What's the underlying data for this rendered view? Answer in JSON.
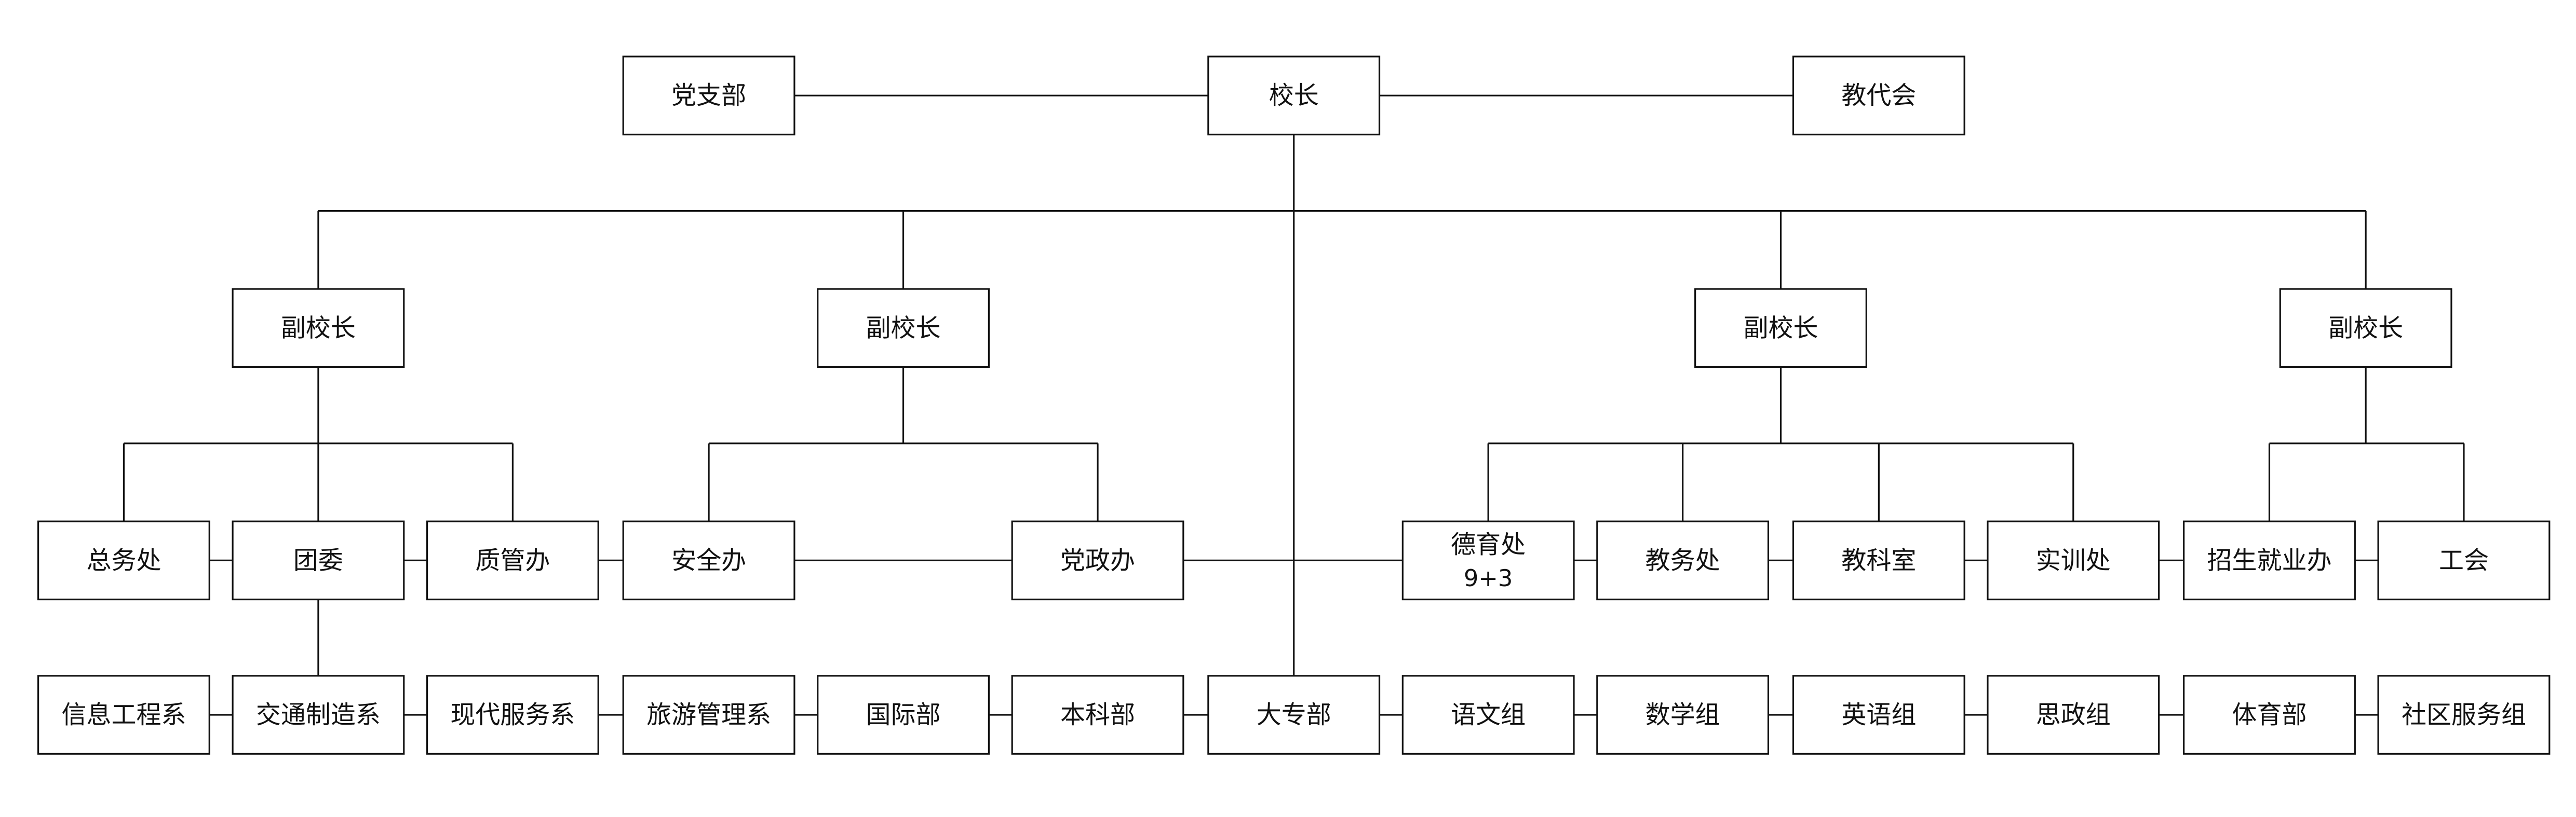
{
  "diagram": {
    "line_color": "#111111",
    "box_fill": "#ffffff",
    "nodes": [
      {
        "id": "party",
        "label": "党支部"
      },
      {
        "id": "head",
        "label": "校长"
      },
      {
        "id": "union1",
        "label": "教代会"
      },
      {
        "id": "vp1",
        "label": "副校长"
      },
      {
        "id": "vp2",
        "label": "副校长"
      },
      {
        "id": "vp3",
        "label": "副校长"
      },
      {
        "id": "vp4",
        "label": "副校长"
      },
      {
        "id": "general",
        "label": "总务处"
      },
      {
        "id": "league",
        "label": "团委"
      },
      {
        "id": "quality",
        "label": "质管办"
      },
      {
        "id": "safety",
        "label": "安全办"
      },
      {
        "id": "politics",
        "label": "党政办"
      },
      {
        "id": "moral",
        "label": "德育处",
        "sub": "9+3"
      },
      {
        "id": "academic",
        "label": "教务处"
      },
      {
        "id": "research",
        "label": "教科室"
      },
      {
        "id": "training",
        "label": "实训处"
      },
      {
        "id": "admission",
        "label": "招生就业办"
      },
      {
        "id": "union2",
        "label": "工会"
      },
      {
        "id": "info",
        "label": "信息工程系"
      },
      {
        "id": "traffic",
        "label": "交通制造系"
      },
      {
        "id": "service",
        "label": "现代服务系"
      },
      {
        "id": "tourism",
        "label": "旅游管理系"
      },
      {
        "id": "intl",
        "label": "国际部"
      },
      {
        "id": "undergrad",
        "label": "本科部"
      },
      {
        "id": "college",
        "label": "大专部"
      },
      {
        "id": "chinese",
        "label": "语文组"
      },
      {
        "id": "math",
        "label": "数学组"
      },
      {
        "id": "english",
        "label": "英语组"
      },
      {
        "id": "ideology",
        "label": "思政组"
      },
      {
        "id": "pe",
        "label": "体育部"
      },
      {
        "id": "community",
        "label": "社区服务组"
      }
    ]
  }
}
